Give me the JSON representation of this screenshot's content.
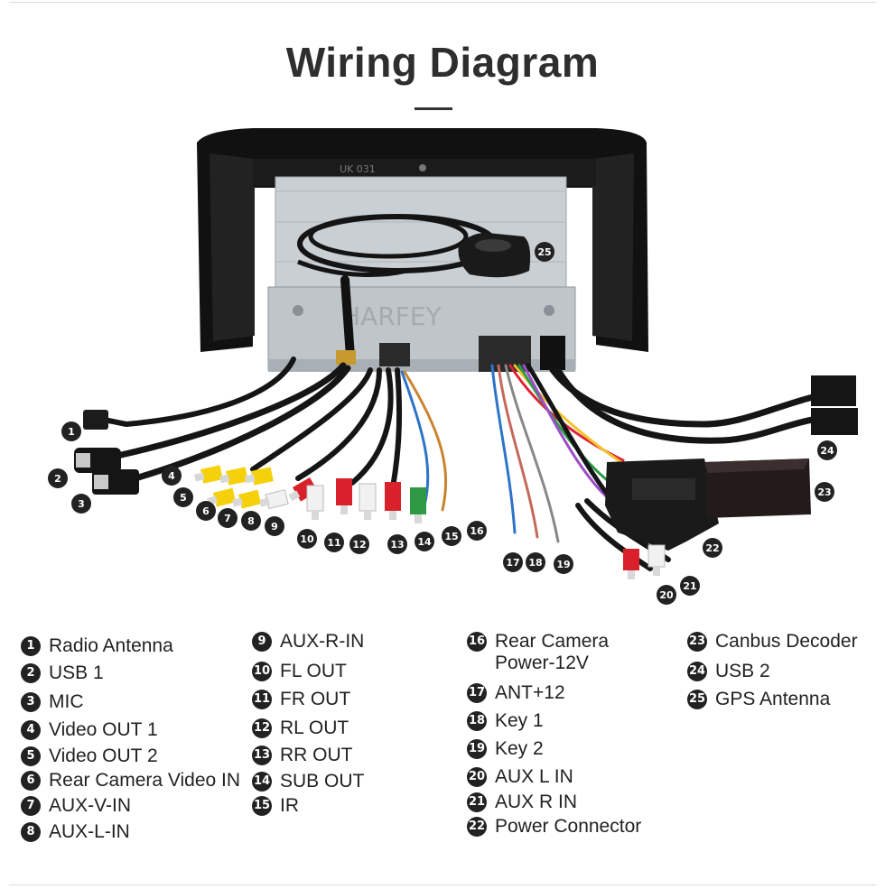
{
  "title": "Wiring Diagram",
  "watermark": "HARFEY",
  "chassis_label": "UK 031",
  "colors": {
    "badge": "#222222",
    "cable": "#151515",
    "rca_yellow": "#f4d10a",
    "rca_red": "#d9212b",
    "rca_white": "#f1f1f1",
    "rca_green": "#2e9a45",
    "chassis": "#c9cfd3"
  },
  "callouts": [
    "1",
    "2",
    "3",
    "4",
    "5",
    "6",
    "7",
    "8",
    "9",
    "10",
    "11",
    "12",
    "13",
    "14",
    "15",
    "16",
    "17",
    "18",
    "19",
    "20",
    "21",
    "22",
    "23",
    "24",
    "25"
  ],
  "legend": [
    {
      "num": "1",
      "label": "Radio Antenna"
    },
    {
      "num": "2",
      "label": "USB 1"
    },
    {
      "num": "3",
      "label": "MIC"
    },
    {
      "num": "4",
      "label": "Video OUT 1"
    },
    {
      "num": "5",
      "label": "Video OUT 2"
    },
    {
      "num": "6",
      "label": "Rear Camera Video IN"
    },
    {
      "num": "7",
      "label": "AUX-V-IN"
    },
    {
      "num": "8",
      "label": "AUX-L-IN"
    },
    {
      "num": "9",
      "label": "AUX-R-IN"
    },
    {
      "num": "10",
      "label": "FL OUT"
    },
    {
      "num": "11",
      "label": "FR OUT"
    },
    {
      "num": "12",
      "label": "RL OUT"
    },
    {
      "num": "13",
      "label": "RR OUT"
    },
    {
      "num": "14",
      "label": "SUB OUT"
    },
    {
      "num": "15",
      "label": "IR"
    },
    {
      "num": "16",
      "label": "Rear Camera\nPower-12V"
    },
    {
      "num": "17",
      "label": "ANT+12"
    },
    {
      "num": "18",
      "label": "Key 1"
    },
    {
      "num": "19",
      "label": "Key 2"
    },
    {
      "num": "20",
      "label": "AUX  L IN"
    },
    {
      "num": "21",
      "label": "AUX R IN"
    },
    {
      "num": "22",
      "label": "Power Connector"
    },
    {
      "num": "23",
      "label": "Canbus Decoder"
    },
    {
      "num": "24",
      "label": "USB 2"
    },
    {
      "num": "25",
      "label": "GPS Antenna"
    }
  ]
}
